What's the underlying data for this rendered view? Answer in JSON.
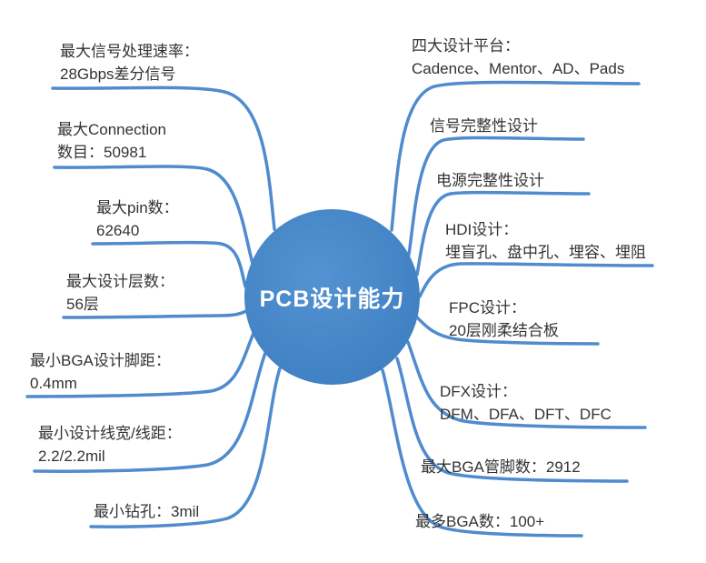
{
  "title": "PCB capability mind map",
  "colors": {
    "branch_line": "#4f8bce",
    "center_fill": "#4182c4",
    "center_text": "#ffffff",
    "label_text": "#333333",
    "background": "#ffffff"
  },
  "center": {
    "label": "PCB设计能力"
  },
  "left_branches": [
    {
      "lines": [
        "最大信号处理速率：",
        "28Gbps差分信号"
      ]
    },
    {
      "lines": [
        "最大Connection",
        "数目：50981"
      ]
    },
    {
      "lines": [
        "最大pin数：",
        "62640"
      ]
    },
    {
      "lines": [
        "最大设计层数：",
        "56层"
      ]
    },
    {
      "lines": [
        "最小BGA设计脚距：",
        "0.4mm"
      ]
    },
    {
      "lines": [
        "最小设计线宽/线距：",
        "2.2/2.2mil"
      ]
    },
    {
      "lines": [
        "最小钻孔：3mil"
      ]
    }
  ],
  "right_branches": [
    {
      "lines": [
        "四大设计平台：",
        "Cadence、Mentor、AD、Pads"
      ]
    },
    {
      "lines": [
        "信号完整性设计"
      ]
    },
    {
      "lines": [
        "电源完整性设计"
      ]
    },
    {
      "lines": [
        "HDI设计：",
        "埋盲孔、盘中孔、埋容、埋阻"
      ]
    },
    {
      "lines": [
        "FPC设计：",
        "20层刚柔结合板"
      ]
    },
    {
      "lines": [
        "DFX设计：",
        "DFM、DFA、DFT、DFC"
      ]
    },
    {
      "lines": [
        "最大BGA管脚数：2912"
      ]
    },
    {
      "lines": [
        "最多BGA数：100+"
      ]
    }
  ]
}
